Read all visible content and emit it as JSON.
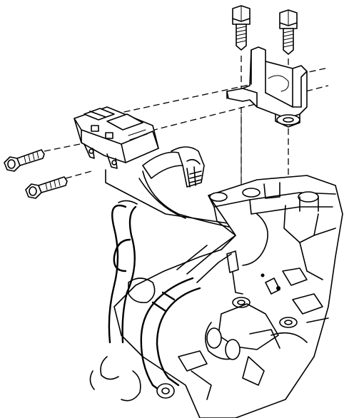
{
  "diagram": {
    "style": "line-art",
    "colors": {
      "ink": "#000000",
      "paper": "#ffffff"
    },
    "parts": [
      {
        "id": "bolt-upper-left",
        "kind": "bolt"
      },
      {
        "id": "bolt-upper-right",
        "kind": "bolt"
      },
      {
        "id": "bolt-lower-1",
        "kind": "bolt"
      },
      {
        "id": "bolt-lower-2",
        "kind": "bolt"
      },
      {
        "id": "mounting-bracket",
        "kind": "bracket"
      },
      {
        "id": "sensor-module",
        "kind": "module"
      },
      {
        "id": "electrical-connector",
        "kind": "connector"
      },
      {
        "id": "engine-assembly",
        "kind": "engine"
      }
    ]
  }
}
